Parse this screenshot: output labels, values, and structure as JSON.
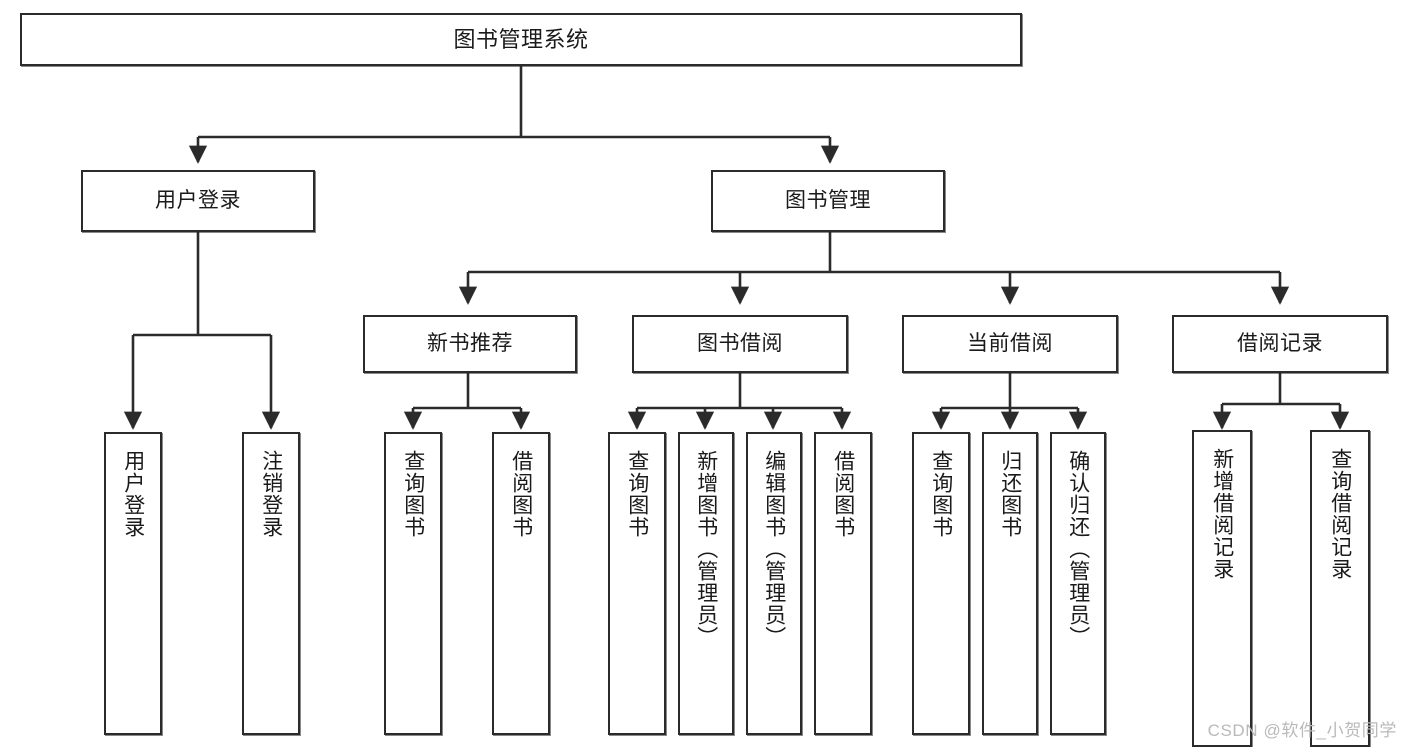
{
  "diagram": {
    "title": "图书管理系统",
    "watermark": "CSDN @软件_小贺同学",
    "type": "tree",
    "orientation": "top-down",
    "edge_style": "orthogonal-arrow",
    "colors": {
      "box_border": "#2b2b2b",
      "box_fill": "#ffffff",
      "text": "#1a1a1a",
      "edge": "#2b2b2b",
      "watermark": "#b9b9b9"
    },
    "nodes": {
      "root": {
        "label": "图书管理系统",
        "level": 1
      },
      "l2": [
        {
          "id": "user-login",
          "label": "用户登录",
          "level": 2
        },
        {
          "id": "book-manage",
          "label": "图书管理",
          "level": 2
        }
      ],
      "l3": [
        {
          "id": "new-book-recommend",
          "label": "新书推荐",
          "level": 3,
          "parent": "book-manage"
        },
        {
          "id": "book-borrow",
          "label": "图书借阅",
          "level": 3,
          "parent": "book-manage"
        },
        {
          "id": "current-borrow",
          "label": "当前借阅",
          "level": 3,
          "parent": "book-manage"
        },
        {
          "id": "borrow-record",
          "label": "借阅记录",
          "level": 3,
          "parent": "book-manage"
        }
      ],
      "leaves": [
        {
          "id": "leaf-user-login",
          "label": "用户登录",
          "parent": "user-login"
        },
        {
          "id": "leaf-logout-login",
          "label": "注销登录",
          "parent": "user-login"
        },
        {
          "id": "leaf-query-book-1",
          "label": "查询图书",
          "parent": "new-book-recommend"
        },
        {
          "id": "leaf-borrow-book-1",
          "label": "借阅图书",
          "parent": "new-book-recommend"
        },
        {
          "id": "leaf-query-book-2",
          "label": "查询图书",
          "parent": "book-borrow"
        },
        {
          "id": "leaf-add-book",
          "label": "新增图书（管理员）",
          "parent": "book-borrow"
        },
        {
          "id": "leaf-edit-book",
          "label": "编辑图书（管理员）",
          "parent": "book-borrow"
        },
        {
          "id": "leaf-borrow-book-2",
          "label": "借阅图书",
          "parent": "book-borrow"
        },
        {
          "id": "leaf-query-book-3",
          "label": "查询图书",
          "parent": "current-borrow"
        },
        {
          "id": "leaf-return-book",
          "label": "归还图书",
          "parent": "current-borrow"
        },
        {
          "id": "leaf-confirm-return",
          "label": "确认归还（管理员）",
          "parent": "current-borrow"
        },
        {
          "id": "leaf-add-record",
          "label": "新增借阅记录",
          "parent": "borrow-record"
        },
        {
          "id": "leaf-query-record",
          "label": "查询借阅记录",
          "parent": "borrow-record"
        }
      ]
    }
  }
}
